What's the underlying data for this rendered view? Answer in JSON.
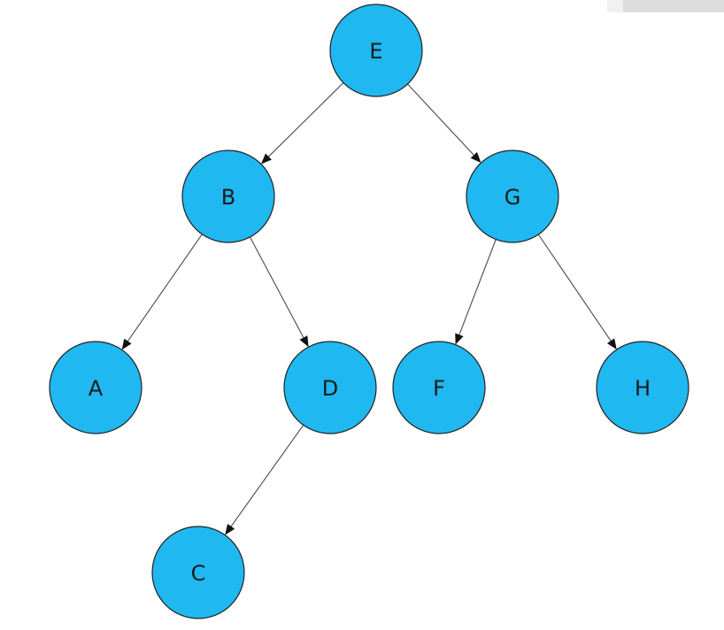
{
  "diagram": {
    "node_color": "#1fb8f1",
    "nodes": [
      {
        "id": "E",
        "label": "E"
      },
      {
        "id": "B",
        "label": "B"
      },
      {
        "id": "G",
        "label": "G"
      },
      {
        "id": "A",
        "label": "A"
      },
      {
        "id": "D",
        "label": "D"
      },
      {
        "id": "F",
        "label": "F"
      },
      {
        "id": "H",
        "label": "H"
      },
      {
        "id": "C",
        "label": "C"
      }
    ],
    "edges": [
      {
        "from": "E",
        "to": "B"
      },
      {
        "from": "E",
        "to": "G"
      },
      {
        "from": "B",
        "to": "A"
      },
      {
        "from": "B",
        "to": "D"
      },
      {
        "from": "G",
        "to": "F"
      },
      {
        "from": "G",
        "to": "H"
      },
      {
        "from": "D",
        "to": "C"
      }
    ]
  }
}
